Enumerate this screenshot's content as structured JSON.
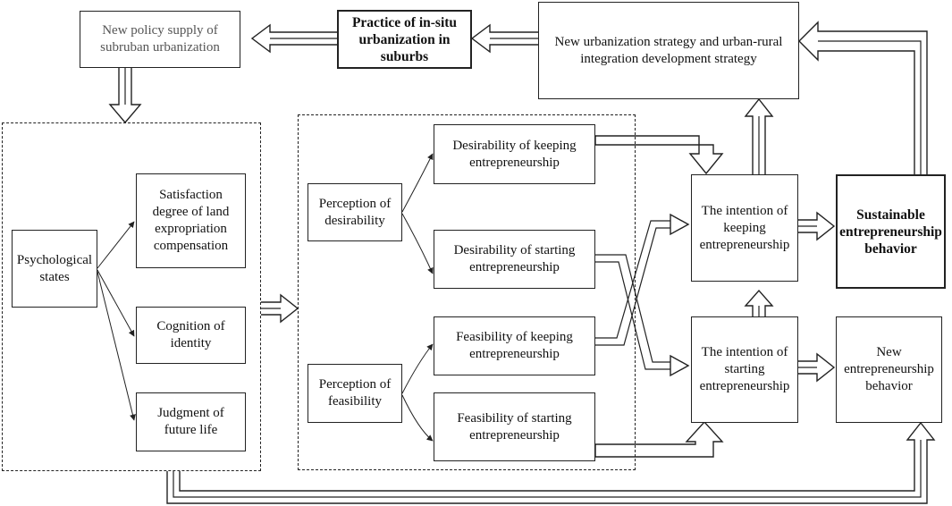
{
  "diagram": {
    "nodes": {
      "new_policy": "New policy supply of subruban urbanization",
      "practice": "Practice of in-situ urbanization in suburbs",
      "new_strategy": "New urbanization strategy and urban-rural integration development strategy",
      "satisfaction": "Satisfaction degree of land expropriation compensation",
      "psychological": "Psychological states",
      "cognition": "Cognition of identity",
      "judgment": "Judgment of future life",
      "perception_desirability": "Perception of desirability",
      "perception_feasibility": "Perception of feasibility",
      "desirability_keeping": "Desirability of keeping entrepreneurship",
      "desirability_starting": "Desirability of starting entrepreneurship",
      "feasibility_keeping": "Feasibility of keeping entrepreneurship",
      "feasibility_starting": "Feasibility of starting entrepreneurship",
      "intention_keeping": "The intention of keeping entrepreneurship",
      "intention_starting": "The intention of starting entrepreneurship",
      "sustainable": "Sustainable entrepreneurship behavior",
      "new_behavior": "New entrepreneurship behavior"
    }
  }
}
